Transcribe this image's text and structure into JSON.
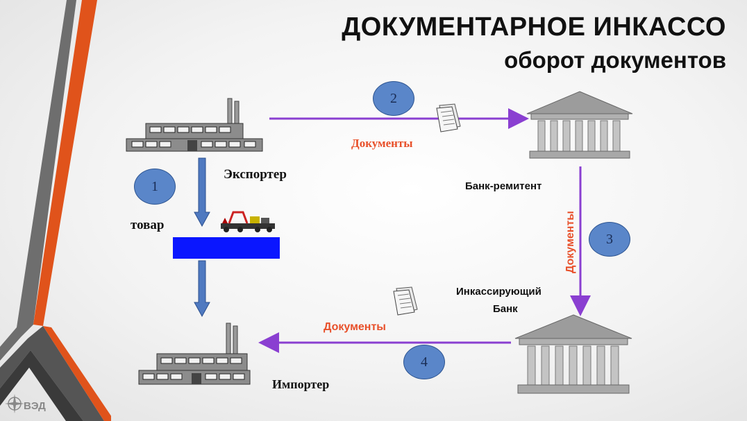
{
  "title": {
    "line1": "ДОКУМЕНТАРНОЕ ИНКАССО",
    "line2": "оборот документов"
  },
  "steps": [
    "1",
    "2",
    "3",
    "4"
  ],
  "labels": {
    "exporter": "Экспортер",
    "importer": "Импортер",
    "goods": "товар",
    "remitting_bank": "Банк-ремитент",
    "collecting_bank_line1": "Инкассирующий",
    "collecting_bank_line2": "Банк",
    "documents_top": "Документы",
    "documents_vertical": "Документы",
    "documents_bottom": "Документы"
  },
  "logo": {
    "text": "ВЭД"
  },
  "colors": {
    "arrow_purple": "#8a3fd1",
    "arrow_blue": "#4f79c0",
    "label_red": "#e8502a",
    "goods_bar": "#0a16ff",
    "step_circle": "#5a86c9"
  }
}
